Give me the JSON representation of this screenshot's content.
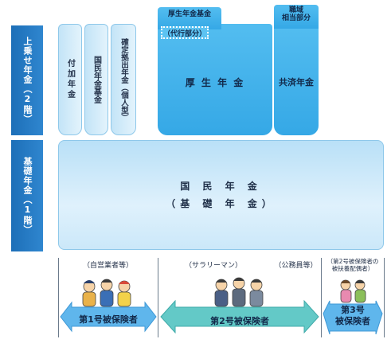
{
  "tiers": {
    "upper_label": "上乗せ年金（2階）",
    "lower_label": "基礎年金（1階）"
  },
  "pillars": {
    "fuka": "付加年金",
    "kokumin_kikin": "国民年金基金",
    "kakutei": "確定拠出年金（個人型）"
  },
  "kosei": {
    "kikin_label": "厚生年金基金",
    "daiko_label": "（代行部分）",
    "main_label": "厚 生 年 金"
  },
  "kyosai": {
    "shokuiki_line1": "職域",
    "shokuiki_line2": "相当部分",
    "main_label": "共済年金"
  },
  "basic": {
    "line1": "国 民 年 金",
    "line2": "（基 礎 年 金）"
  },
  "categories": {
    "jieigyo": "（自営業者等）",
    "salaryman": "（サラリーマン）",
    "komuin": "（公務員等）",
    "dependent_line1": "（第2号被保険者の",
    "dependent_line2": "被扶養配偶者）"
  },
  "insured": {
    "first": "第1号被保険者",
    "second": "第2号被保険者",
    "third_line1": "第3号",
    "third_line2": "被保険者"
  },
  "colors": {
    "tier_blue": "#2479c0",
    "bright_blue": "#3fb0ea",
    "light_blue": "#d4edfb",
    "arrow_teal": "#63c9c7",
    "arrow_blue": "#5fb6ec"
  }
}
